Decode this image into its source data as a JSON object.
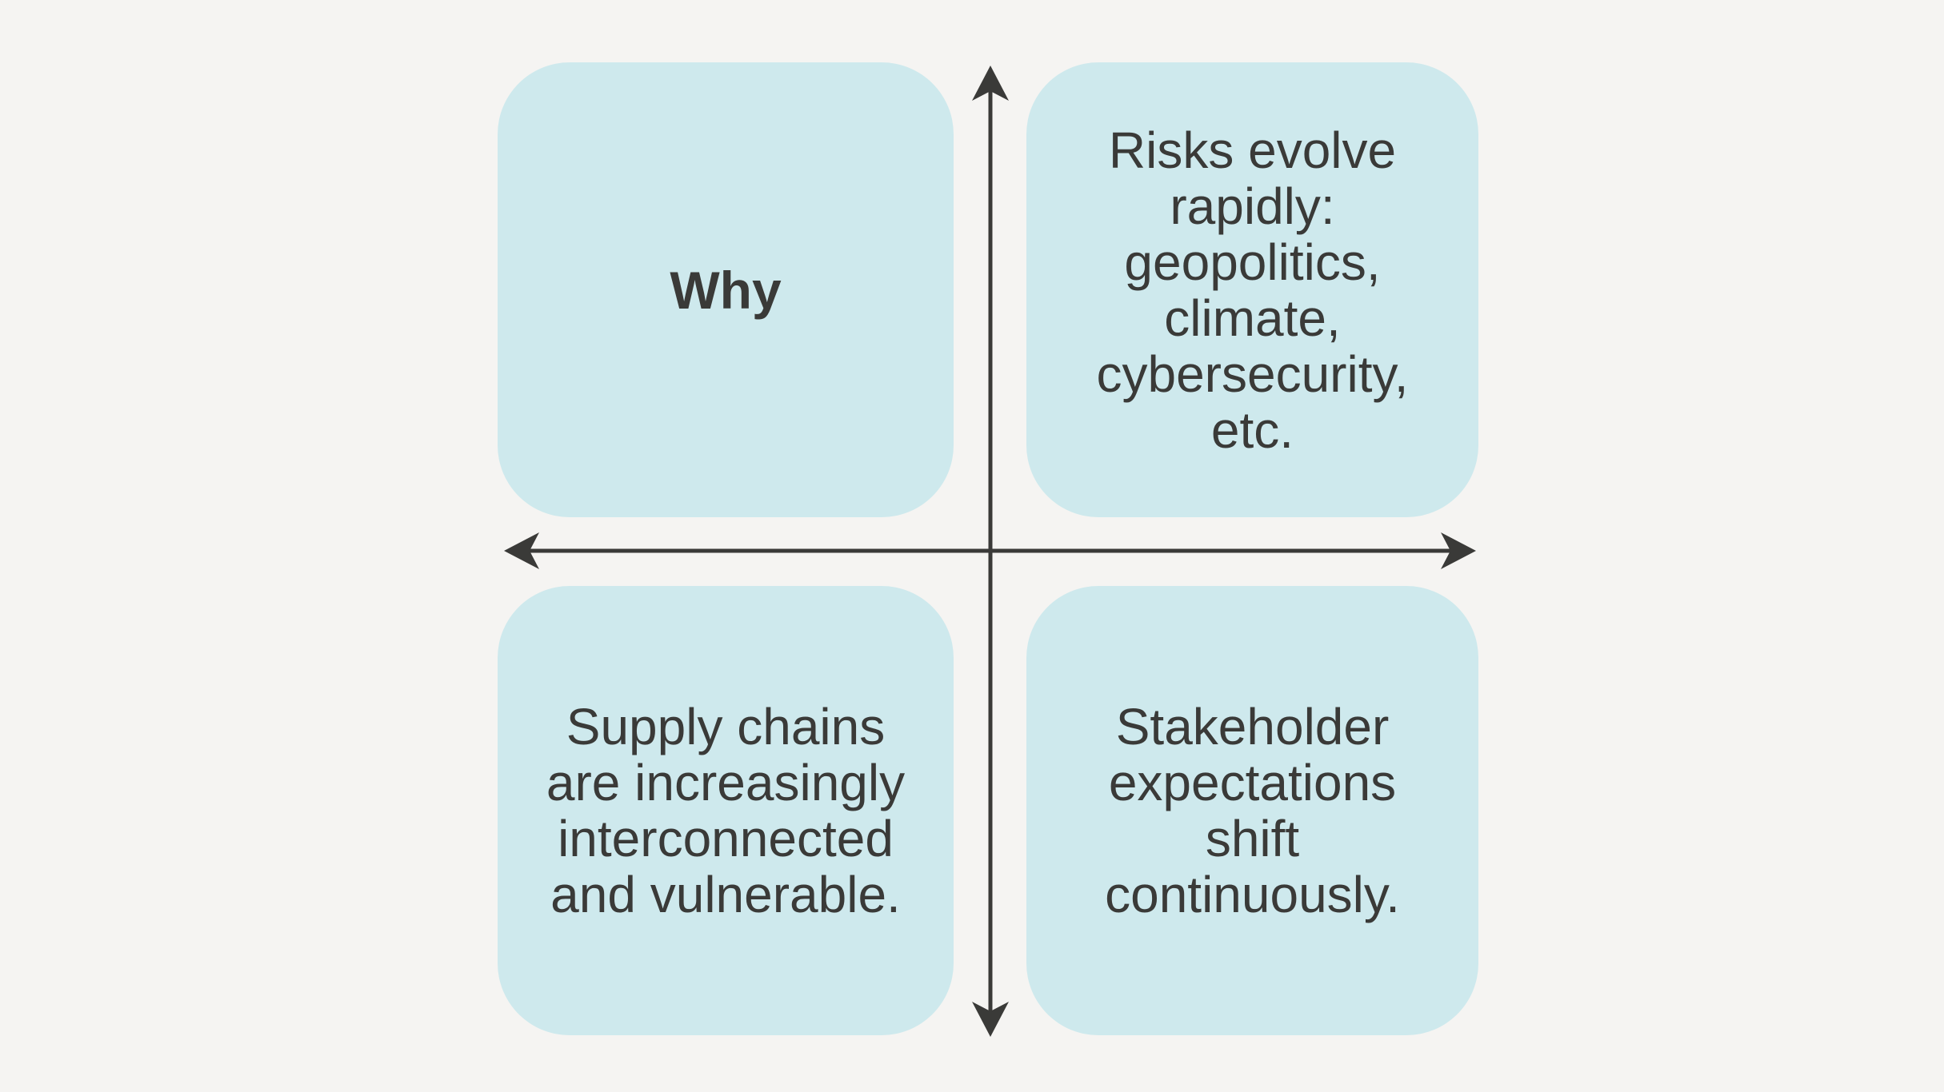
{
  "diagram": {
    "quadrants": {
      "top_left": {
        "text": "Why"
      },
      "top_right": {
        "text": "Risks evolve\nrapidly:\ngeopolitics,\nclimate,\ncybersecurity,\netc."
      },
      "bottom_left": {
        "text": "Supply chains\nare increasingly\ninterconnected\nand vulnerable."
      },
      "bottom_right": {
        "text": "Stakeholder\nexpectations\nshift\ncontinuously."
      }
    }
  },
  "colors": {
    "background": "#f5f4f2",
    "quadrant_fill": "#cee9ed",
    "ink": "#3a3a38"
  }
}
